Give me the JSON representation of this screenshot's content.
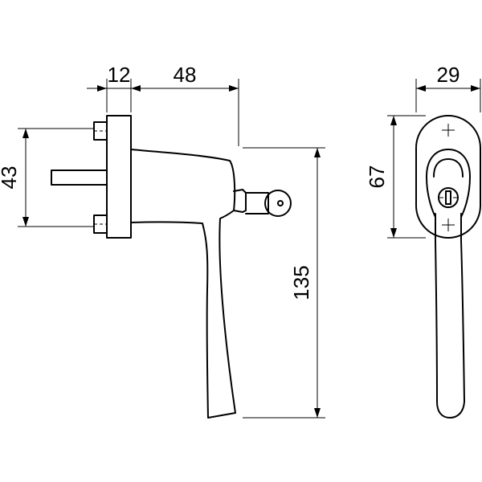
{
  "dimensions": {
    "plate_thickness": "12",
    "projection": "48",
    "screw_spacing": "43",
    "overall_length": "135",
    "rosette_width": "29",
    "rosette_height": "67"
  }
}
